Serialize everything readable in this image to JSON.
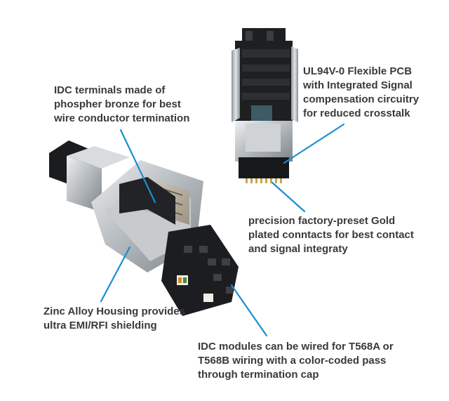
{
  "accent_color": "#1a8ed0",
  "callouts": {
    "idc_terminals": {
      "lines": [
        "IDC terminals made of",
        "phospher bronze for best",
        "wire conductor termination"
      ]
    },
    "pcb": {
      "lines": [
        "UL94V-0 Flexible PCB",
        "with Integrated Signal",
        "compensation circuitry",
        "for reduced crosstalk"
      ]
    },
    "contacts": {
      "lines": [
        "precision factory-preset Gold",
        "plated conntacts for best contact",
        "and signal integraty"
      ]
    },
    "housing": {
      "lines": [
        "Zinc Alloy Housing provides",
        "ultra EMI/RFI shielding"
      ]
    },
    "modules": {
      "lines": [
        "IDC modules can be wired for T568A or",
        "T568B wiring with a color-coded pass",
        "through termination cap"
      ]
    }
  }
}
